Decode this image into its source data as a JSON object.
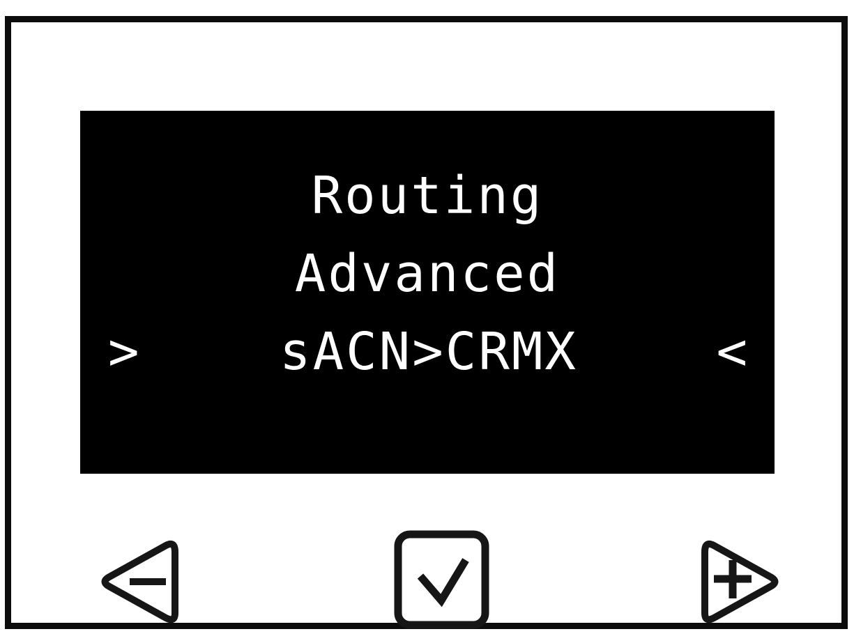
{
  "device": {
    "screen": {
      "title": "Routing",
      "subtitle": "Advanced",
      "menu": {
        "left_indicator": ">",
        "selected_item": "sACN>CRMX",
        "right_indicator": "<"
      }
    },
    "buttons": {
      "left": {
        "name": "decrement-previous",
        "glyph": "minus"
      },
      "center": {
        "name": "confirm",
        "glyph": "checkmark"
      },
      "right": {
        "name": "increment-next",
        "glyph": "plus"
      }
    },
    "colors": {
      "lcd_background": "#000000",
      "lcd_text": "#ffffff",
      "frame_border": "#0c0c0c",
      "button_stroke": "#161616",
      "body_background": "#ffffff"
    }
  }
}
